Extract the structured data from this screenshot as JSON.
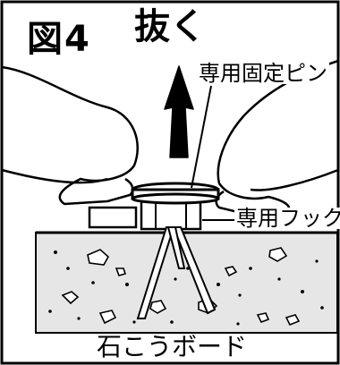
{
  "figure": {
    "title": "図4",
    "action": "抜く",
    "labels": {
      "pin": "専用固定ピン",
      "hook": "専用フック",
      "board": "石こうボード"
    },
    "icons": {
      "arrow": "up-arrow-icon"
    }
  }
}
